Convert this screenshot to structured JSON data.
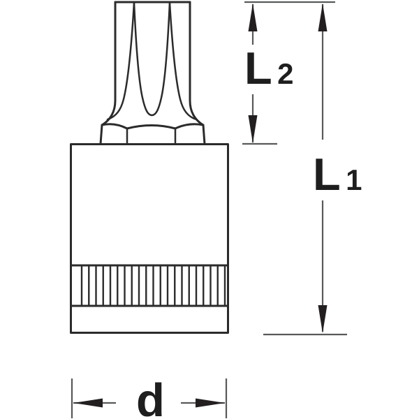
{
  "drawing": {
    "background": "#ffffff",
    "outline_color": "#2b2b2b",
    "dimension_line_color": "#58595b",
    "arrow_color": "#231f20",
    "text_color": "#1e1e1e",
    "knurl_line_count": 21
  },
  "dimensions": {
    "l2": {
      "main": "L",
      "sub": "2"
    },
    "l1": {
      "main": "L",
      "sub": "1"
    },
    "d": {
      "main": "d"
    }
  }
}
